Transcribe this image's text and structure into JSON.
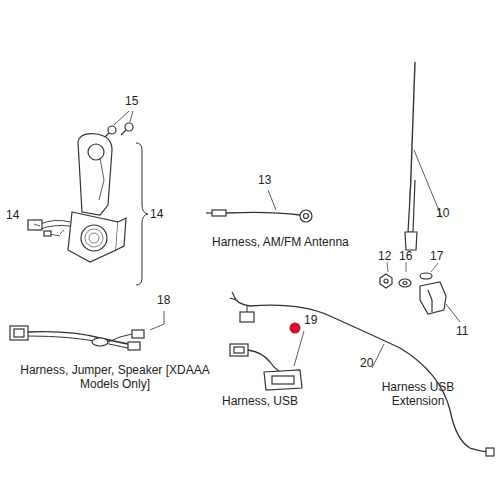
{
  "diagram": {
    "labels": [
      "15",
      "14",
      "14",
      "13",
      "Harness, AM/FM Antenna",
      "10",
      "12",
      "16",
      "17",
      "11",
      "18",
      "Harness, Jumper, Speaker [XDAAA Models Only]",
      "19",
      "Harness, USB",
      "20",
      "Harness USB Extension"
    ]
  }
}
